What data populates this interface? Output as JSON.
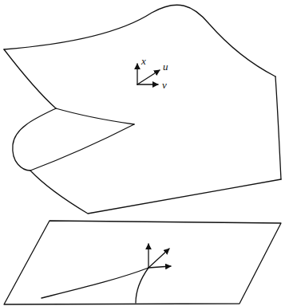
{
  "diagram": {
    "labels": [
      "x",
      "u",
      "v"
    ]
  }
}
